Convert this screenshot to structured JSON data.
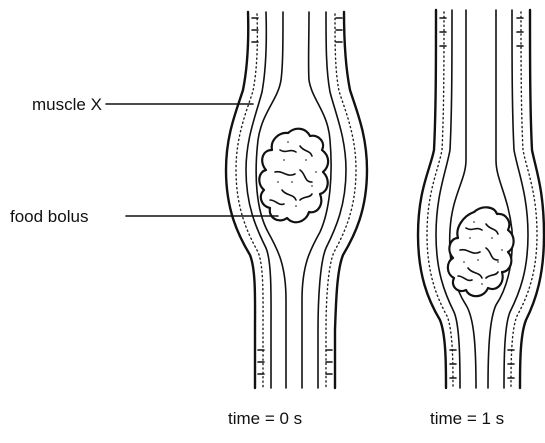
{
  "labels": {
    "muscle": "muscle X",
    "bolus": "food bolus"
  },
  "captions": {
    "left": "time = 0 s",
    "right": "time = 1 s"
  }
}
